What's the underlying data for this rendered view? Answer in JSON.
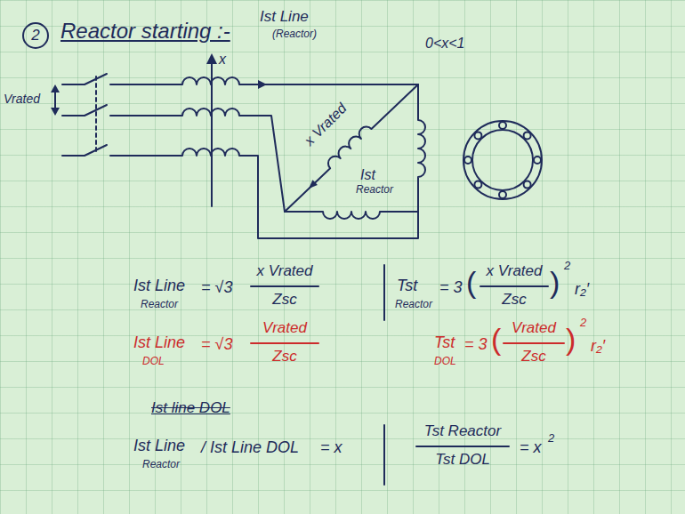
{
  "diagram": {
    "title": "Reactor starting :-",
    "labels": [
      "2",
      "Vrated",
      "x",
      "Ist Line",
      "(Reactor)",
      "x Vrated",
      "Ist",
      "Reactor",
      "0<x<1",
      "Ist Line",
      "Reactor",
      "= √3",
      "x Vrated",
      "Zsc",
      "Tst",
      "Reactor",
      "= 3",
      "(",
      "x Vrated",
      "Zsc",
      ")",
      "2",
      "r₂′",
      "Ist Line",
      "DOL",
      "= √3",
      "Vrated",
      "Zsc",
      "Tst",
      "DOL",
      "= 3",
      "(",
      "Vrated",
      "Zsc",
      ")",
      "2",
      "r₂′",
      "Ist line DOL",
      "Ist Line",
      "Reactor",
      "/ Ist Line DOL",
      "= x",
      "Tst Reactor",
      "Tst DOL",
      "= x",
      "2"
    ]
  }
}
